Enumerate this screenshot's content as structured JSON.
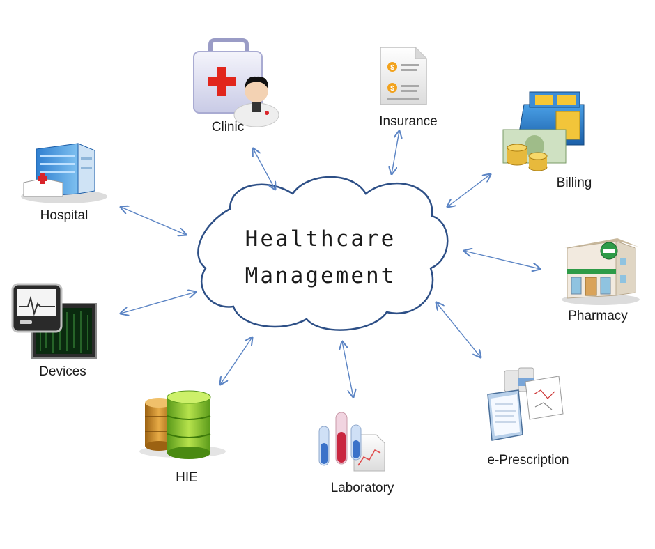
{
  "center": {
    "title_line1": "Healthcare",
    "title_line2": "Management"
  },
  "nodes": [
    {
      "label": "Clinic",
      "icon": "first-aid-kit-doctor-icon"
    },
    {
      "label": "Insurance",
      "icon": "insurance-document-icon"
    },
    {
      "label": "Billing",
      "icon": "cash-register-money-icon"
    },
    {
      "label": "Hospital",
      "icon": "hospital-building-icon"
    },
    {
      "label": "Pharmacy",
      "icon": "pharmacy-store-icon"
    },
    {
      "label": "Devices",
      "icon": "medical-monitor-icon"
    },
    {
      "label": "HIE",
      "icon": "database-cylinders-icon"
    },
    {
      "label": "Laboratory",
      "icon": "test-tubes-chart-icon"
    },
    {
      "label": "e-Prescription",
      "icon": "prescription-bottles-icon"
    }
  ],
  "colors": {
    "cloud_stroke": "#2d4f86",
    "arrow": "#5b84c4",
    "text": "#1a1a1a"
  }
}
